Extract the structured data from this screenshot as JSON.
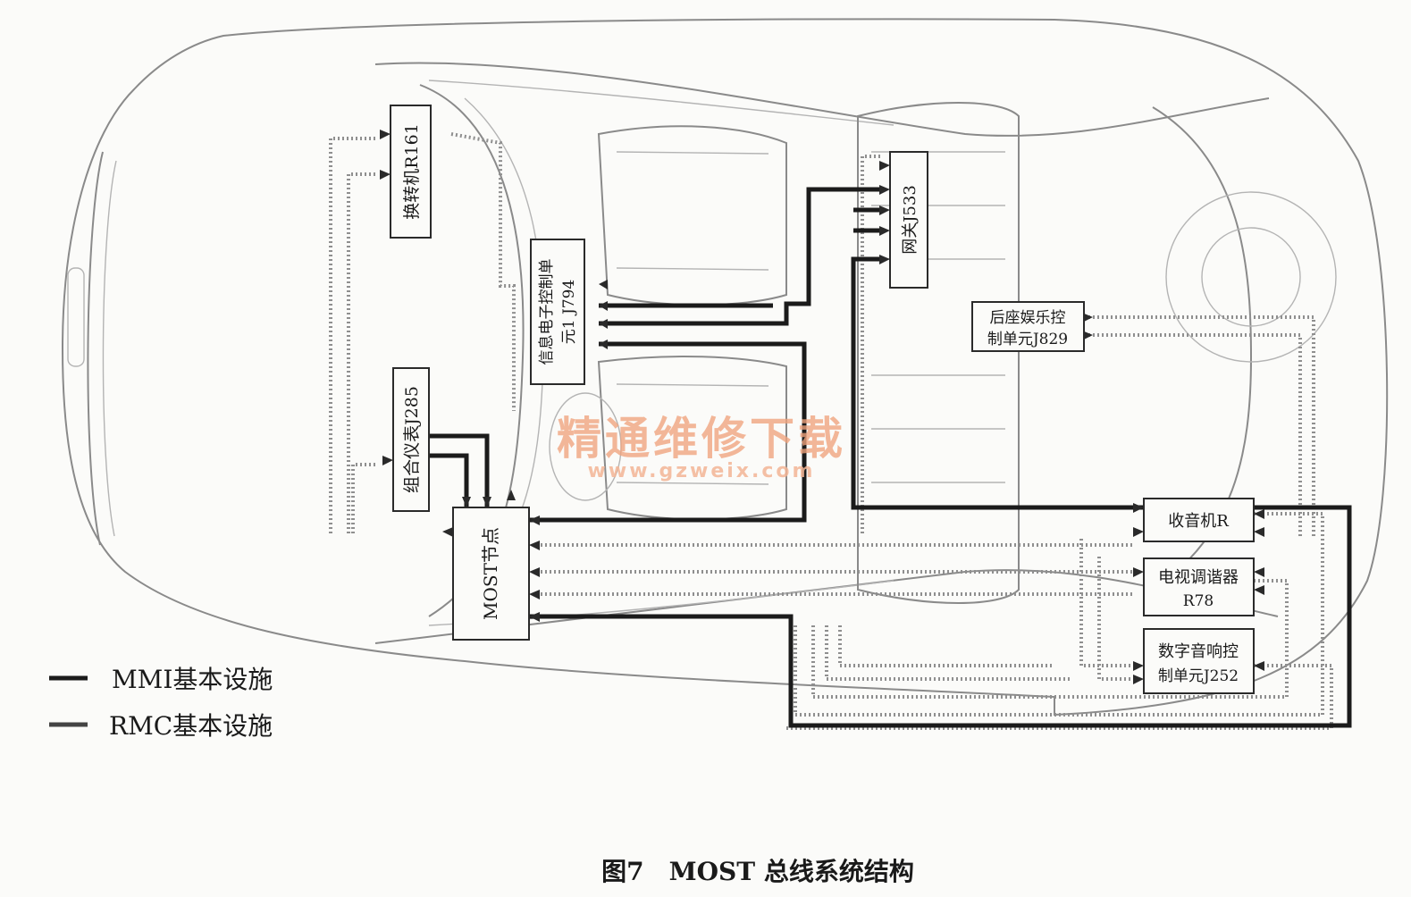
{
  "diagram": {
    "caption": "图7　MOST 总线系统结构",
    "watermark": {
      "text": "精通维修下载",
      "url": "www.gzweix.com"
    },
    "legend": [
      {
        "label": "MMI基本设施",
        "color": "#1b1b1b"
      },
      {
        "label": "RMC基本设施",
        "color": "#555555"
      }
    ],
    "units": {
      "changer": "换转机R161",
      "info_ecu": [
        "信息电子控制单",
        "元1 J794"
      ],
      "gateway": "网关J533",
      "rear_ent": [
        "后座娱乐控",
        "制单元J829"
      ],
      "cluster": "组合仪表J285",
      "most_node": "MOST节点",
      "radio": "收音机R",
      "tv_tuner": [
        "电视调谐器",
        "R78"
      ],
      "audio": [
        "数字音响控",
        "制单元J252"
      ]
    }
  }
}
